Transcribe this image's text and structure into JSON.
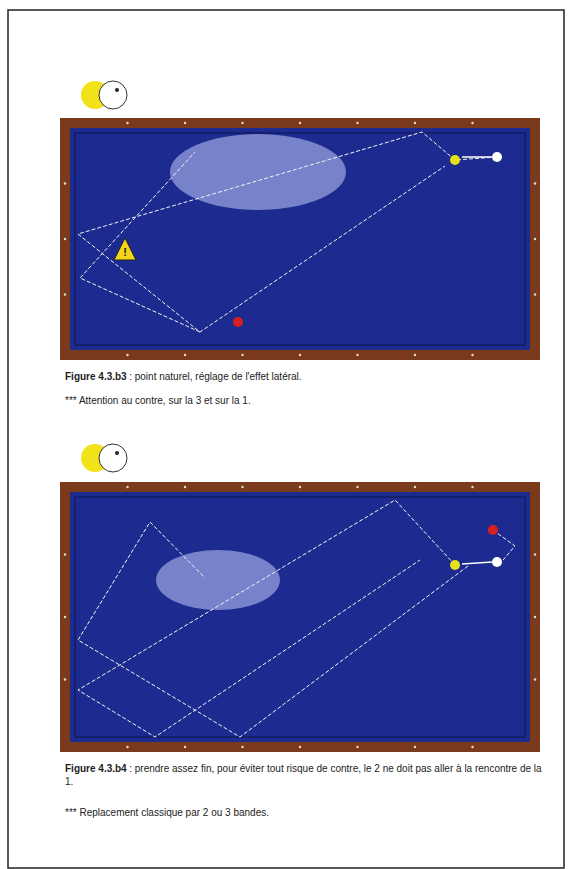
{
  "diagram": {
    "labels": [
      "Figure 4.3.b3",
      ": point naturel, réglage de l'effet latéral.",
      "*** Attention au contre, sur la 3 et sur la 1.",
      "Figure 4.3.b4",
      ": prendre assez fin, pour éviter tout risque de contre, le 2 ne doit pas aller à la rencontre de la 1.",
      "*** Replacement classique par 2 ou 3 bandes.",
      "!"
    ]
  }
}
